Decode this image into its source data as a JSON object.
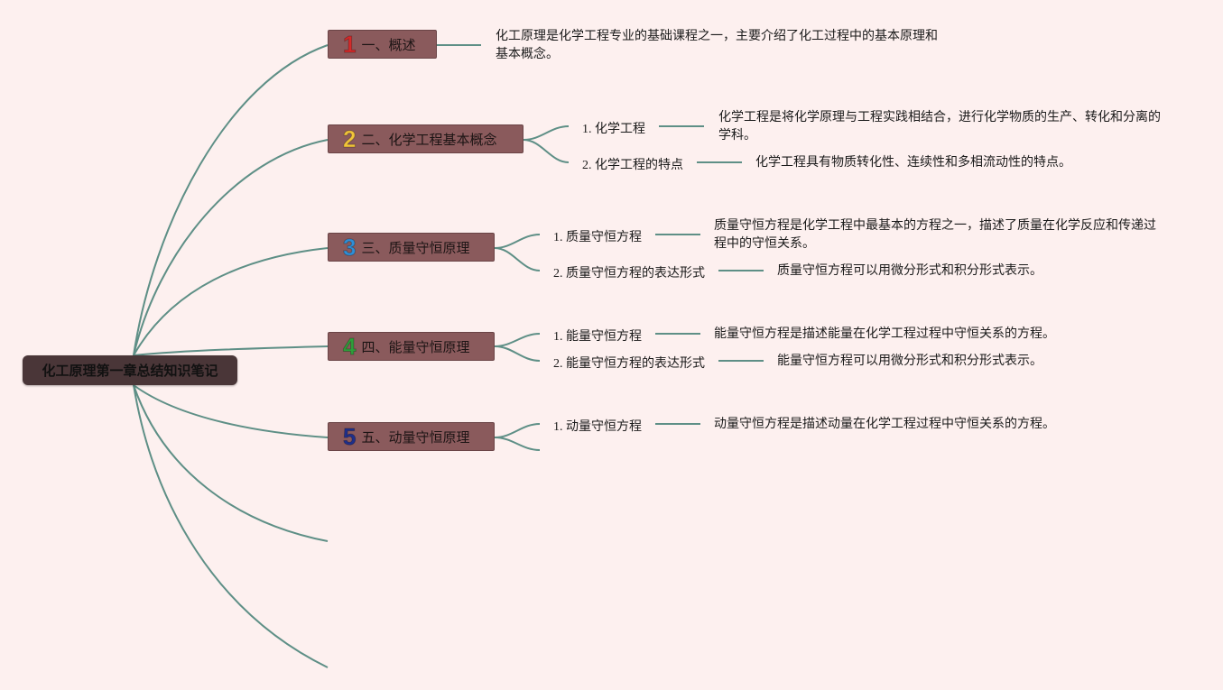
{
  "root": {
    "label": "化工原理第一章总结知识笔记"
  },
  "topics": [
    {
      "number": "1",
      "number_color": "#d42a2a",
      "label": "一、概述",
      "note": "化工原理是化学工程专业的基础课程之一，主要介绍了化工过程中的基本原理和基本概念。"
    },
    {
      "number": "2",
      "number_color": "#f2c53a",
      "label": "二、化学工程基本概念",
      "items": [
        {
          "label": "1. 化学工程",
          "desc": "化学工程是将化学原理与工程实践相结合，进行化学物质的生产、转化和分离的学科。"
        },
        {
          "label": "2. 化学工程的特点",
          "desc": "化学工程具有物质转化性、连续性和多相流动性的特点。"
        }
      ]
    },
    {
      "number": "3",
      "number_color": "#2f8fd8",
      "label": "三、质量守恒原理",
      "items": [
        {
          "label": "1. 质量守恒方程",
          "desc": "质量守恒方程是化学工程中最基本的方程之一，描述了质量在化学反应和传递过程中的守恒关系。"
        },
        {
          "label": "2. 质量守恒方程的表达形式",
          "desc": "质量守恒方程可以用微分形式和积分形式表示。"
        }
      ]
    },
    {
      "number": "4",
      "number_color": "#2e9e3a",
      "label": "四、能量守恒原理",
      "items": [
        {
          "label": "1. 能量守恒方程",
          "desc": "能量守恒方程是描述能量在化学工程过程中守恒关系的方程。"
        },
        {
          "label": "2. 能量守恒方程的表达形式",
          "desc": "能量守恒方程可以用微分形式和积分形式表示。"
        }
      ]
    },
    {
      "number": "5",
      "number_color": "#1f2f8a",
      "label": "五、动量守恒原理",
      "items": [
        {
          "label": "1. 动量守恒方程",
          "desc": "动量守恒方程是描述动量在化学工程过程中守恒关系的方程。"
        }
      ]
    }
  ],
  "colors": {
    "line": "#5e8f86",
    "background": "#fdf0ef",
    "topic_fill": "#8a5a5c",
    "root_fill": "#4a3638"
  }
}
